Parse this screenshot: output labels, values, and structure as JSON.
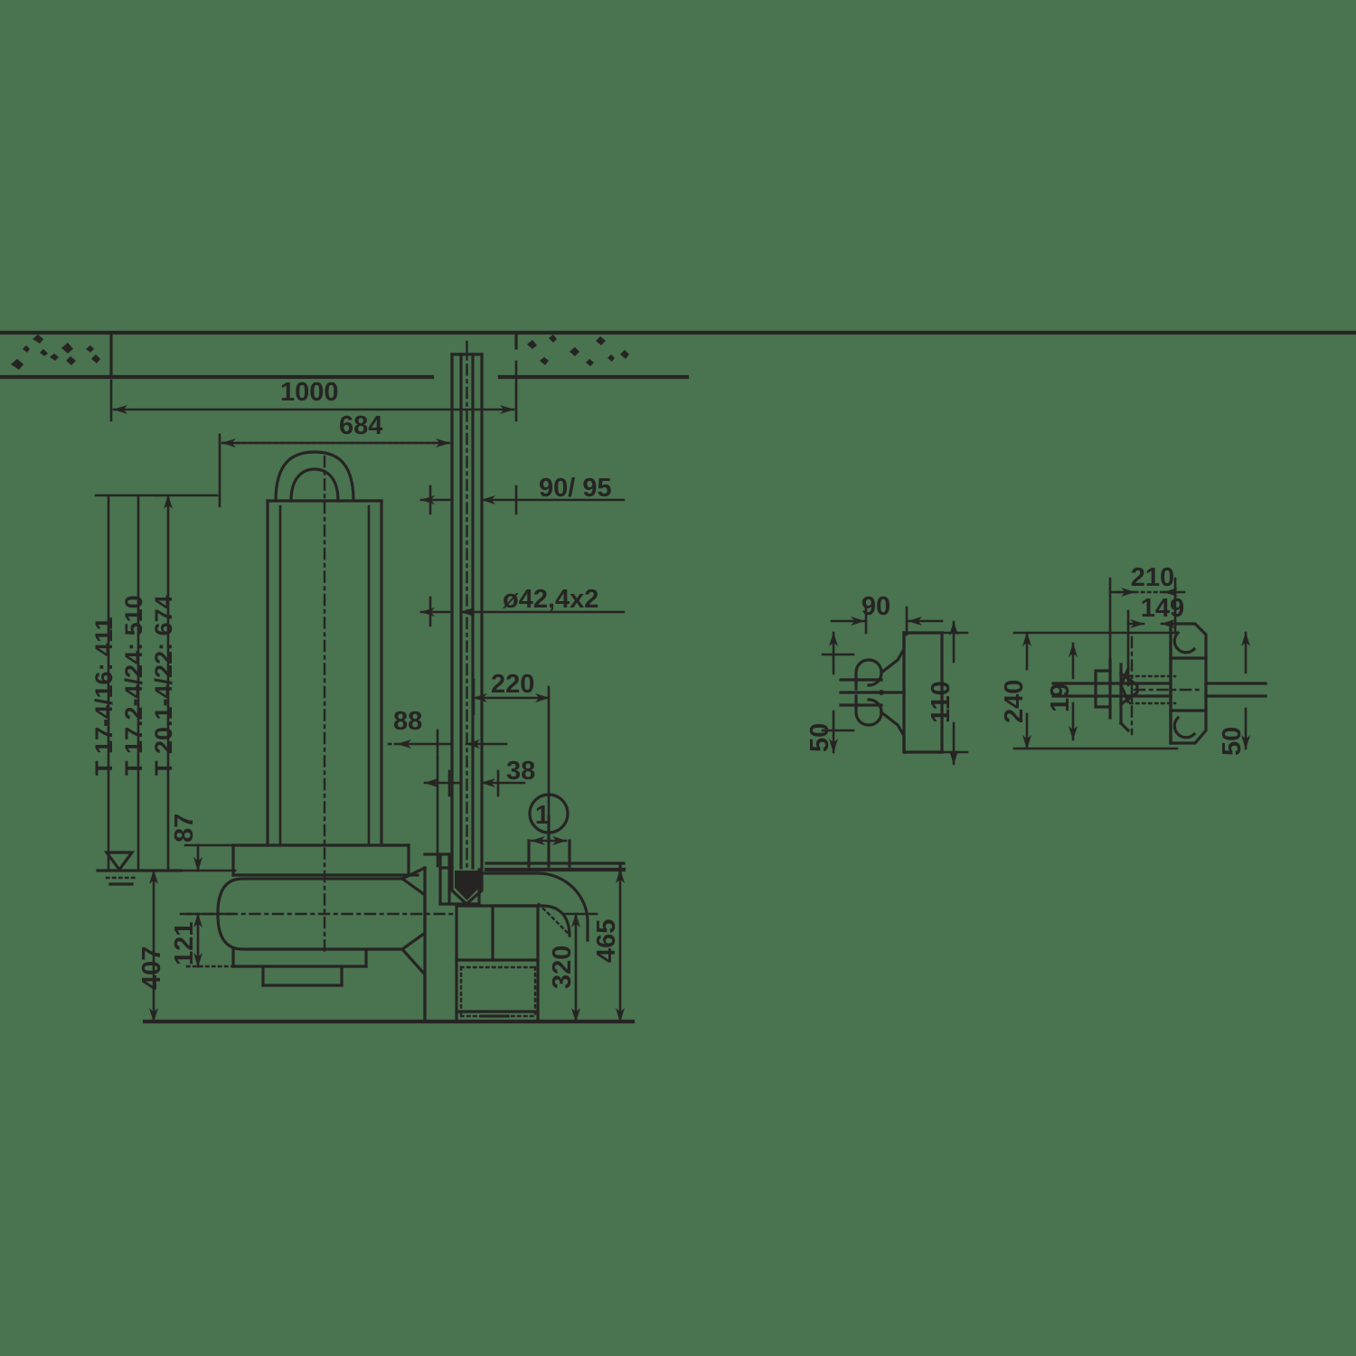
{
  "drawing": {
    "title": "Submersible pump installation dimension drawing",
    "units": "mm",
    "line_color": "#262423",
    "background_color": "#4a7350"
  },
  "main_view": {
    "name": "installation-section-view",
    "dimensions": {
      "span_1000": "1000",
      "span_684": "684",
      "height_407": "407",
      "height_121": "121",
      "height_87": "87",
      "height_320": "320",
      "height_465": "465",
      "offset_220": "220",
      "offset_88": "88",
      "offset_38": "38",
      "rail_90_95": "90/ 95",
      "pipe_spec": "ø42,4x2"
    },
    "variant_labels": [
      "T 17-4/16: 411",
      "T 17.2-4/24: 510",
      "T 20.1-4/22: 674"
    ],
    "callout": "1"
  },
  "detail_left": {
    "name": "guide-claw-detail",
    "dimensions": {
      "width_90": "90",
      "height_110": "110",
      "offset_50": "50"
    }
  },
  "detail_right": {
    "name": "bracket-detail",
    "dimensions": {
      "width_210": "210",
      "width_149": "149",
      "height_240": "240",
      "offset_19": "19",
      "offset_50": "50"
    }
  }
}
